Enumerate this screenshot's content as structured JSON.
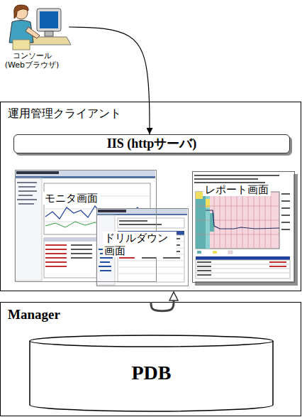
{
  "diagram": {
    "nodes": [
      {
        "text": [
          "コンソール (Webブラウザ)"
        ]
      },
      {
        "text": [
          "運用管理クライアント"
        ]
      },
      {
        "text": [
          "IIS (httpサーバ)"
        ],
        "in": 1
      },
      {
        "text": [
          "モニタ画面"
        ],
        "in": 1
      },
      {
        "text": [
          "ドリルダウン 画面"
        ],
        "in": 1
      },
      {
        "text": [
          "レポート画面"
        ],
        "in": 1
      },
      {
        "text": [
          "Manager"
        ]
      },
      {
        "text": [
          "PDB"
        ],
        "in": 6
      }
    ],
    "edges": [
      {
        "from": 0,
        "to": 2,
        "arrow": "to"
      },
      {
        "from": 6,
        "to": 1,
        "arrow": "to"
      }
    ]
  }
}
